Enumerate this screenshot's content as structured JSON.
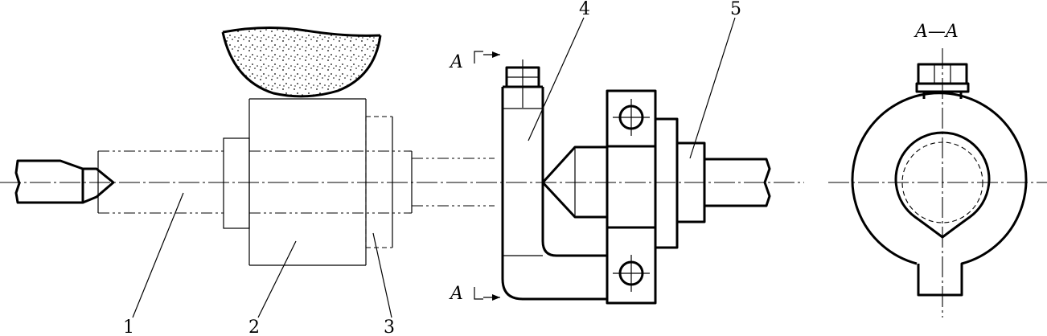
{
  "figure": {
    "callouts": [
      {
        "id": "1",
        "text": "1"
      },
      {
        "id": "2",
        "text": "2"
      },
      {
        "id": "3",
        "text": "3"
      },
      {
        "id": "4",
        "text": "4"
      },
      {
        "id": "5",
        "text": "5"
      }
    ],
    "section_marker_letter": "A",
    "section_view_title": "A—A"
  }
}
